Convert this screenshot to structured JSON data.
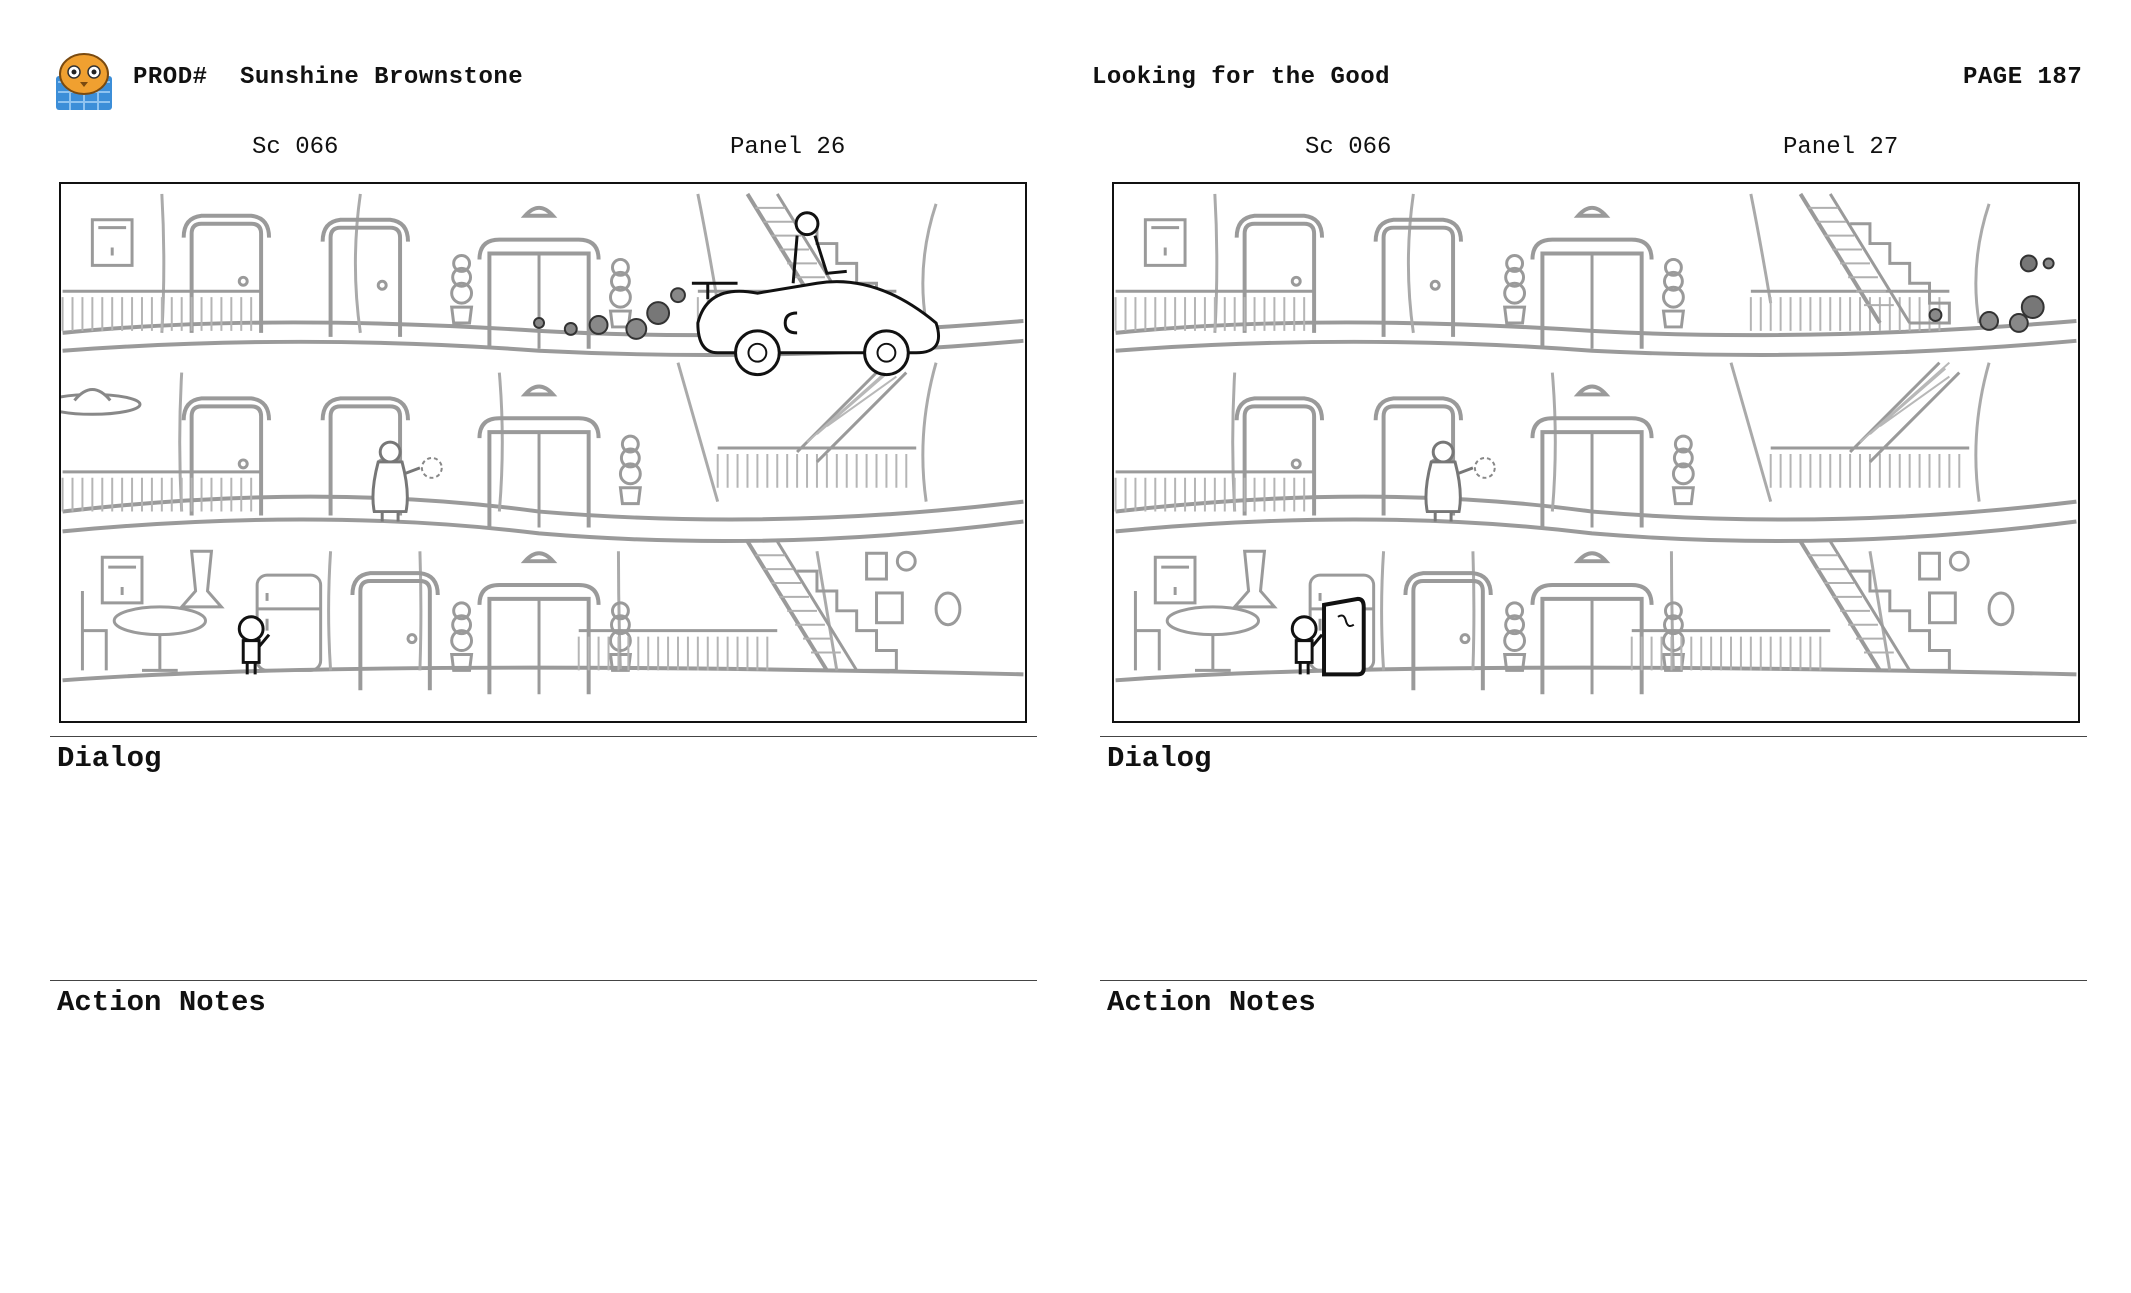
{
  "header": {
    "prod_label": "PROD#",
    "show_title": "Sunshine Brownstone",
    "episode_title": "Looking for the Good",
    "page_label": "PAGE 187"
  },
  "panels": [
    {
      "scene": "Sc 066",
      "panel": "Panel 26",
      "dialog_label": "Dialog",
      "action_label": "Action Notes"
    },
    {
      "scene": "Sc 066",
      "panel": "Panel 27",
      "dialog_label": "Dialog",
      "action_label": "Action Notes"
    }
  ],
  "colors": {
    "line_art": "#9a9a9a",
    "ink": "#111111",
    "logo_orange": "#f0a030",
    "logo_blue": "#3c8ed8"
  }
}
